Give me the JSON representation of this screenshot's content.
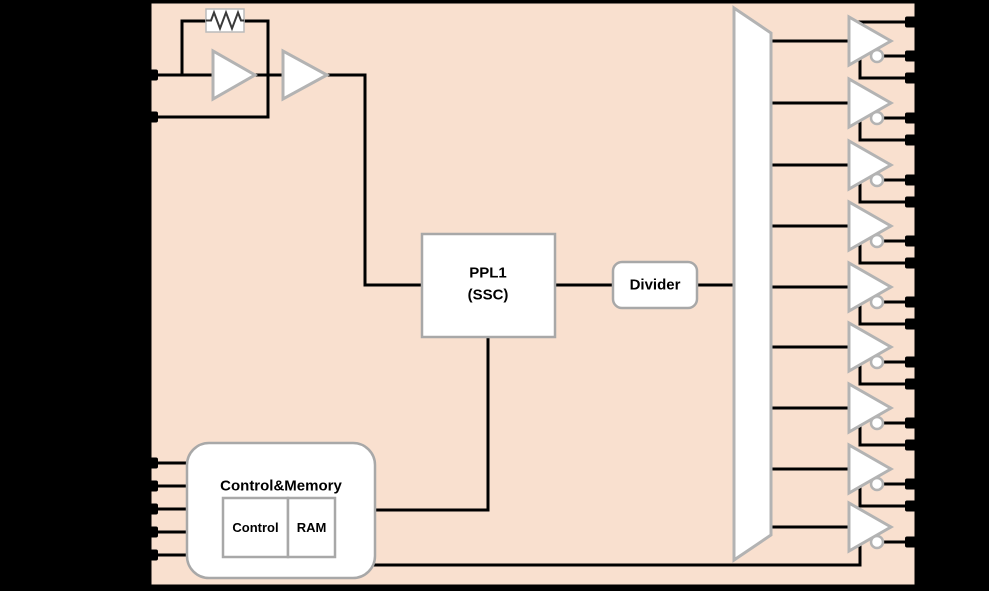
{
  "labels": {
    "pll_line1": "PPL1",
    "pll_line2": "(SSC)",
    "divider": "Divider",
    "control_memory": "Control&Memory",
    "control": "Control",
    "ram": "RAM"
  },
  "components": {
    "output_buffer_count": 9,
    "right_output_pin_count": 18,
    "left_crystal_pin_count": 2,
    "left_control_pin_count": 5,
    "oscillator_buffer_count": 2,
    "has_feedback_resistor": true,
    "mux_shape": "trapezoid"
  },
  "colors": {
    "background": "#000000",
    "die_fill": "#f9e0cf",
    "die_border": "#000000",
    "wire": "#000000",
    "block_fill": "#ffffff",
    "block_border": "#a8a8a8",
    "symbol_stroke": "#b3b3b3",
    "text": "#000000"
  }
}
